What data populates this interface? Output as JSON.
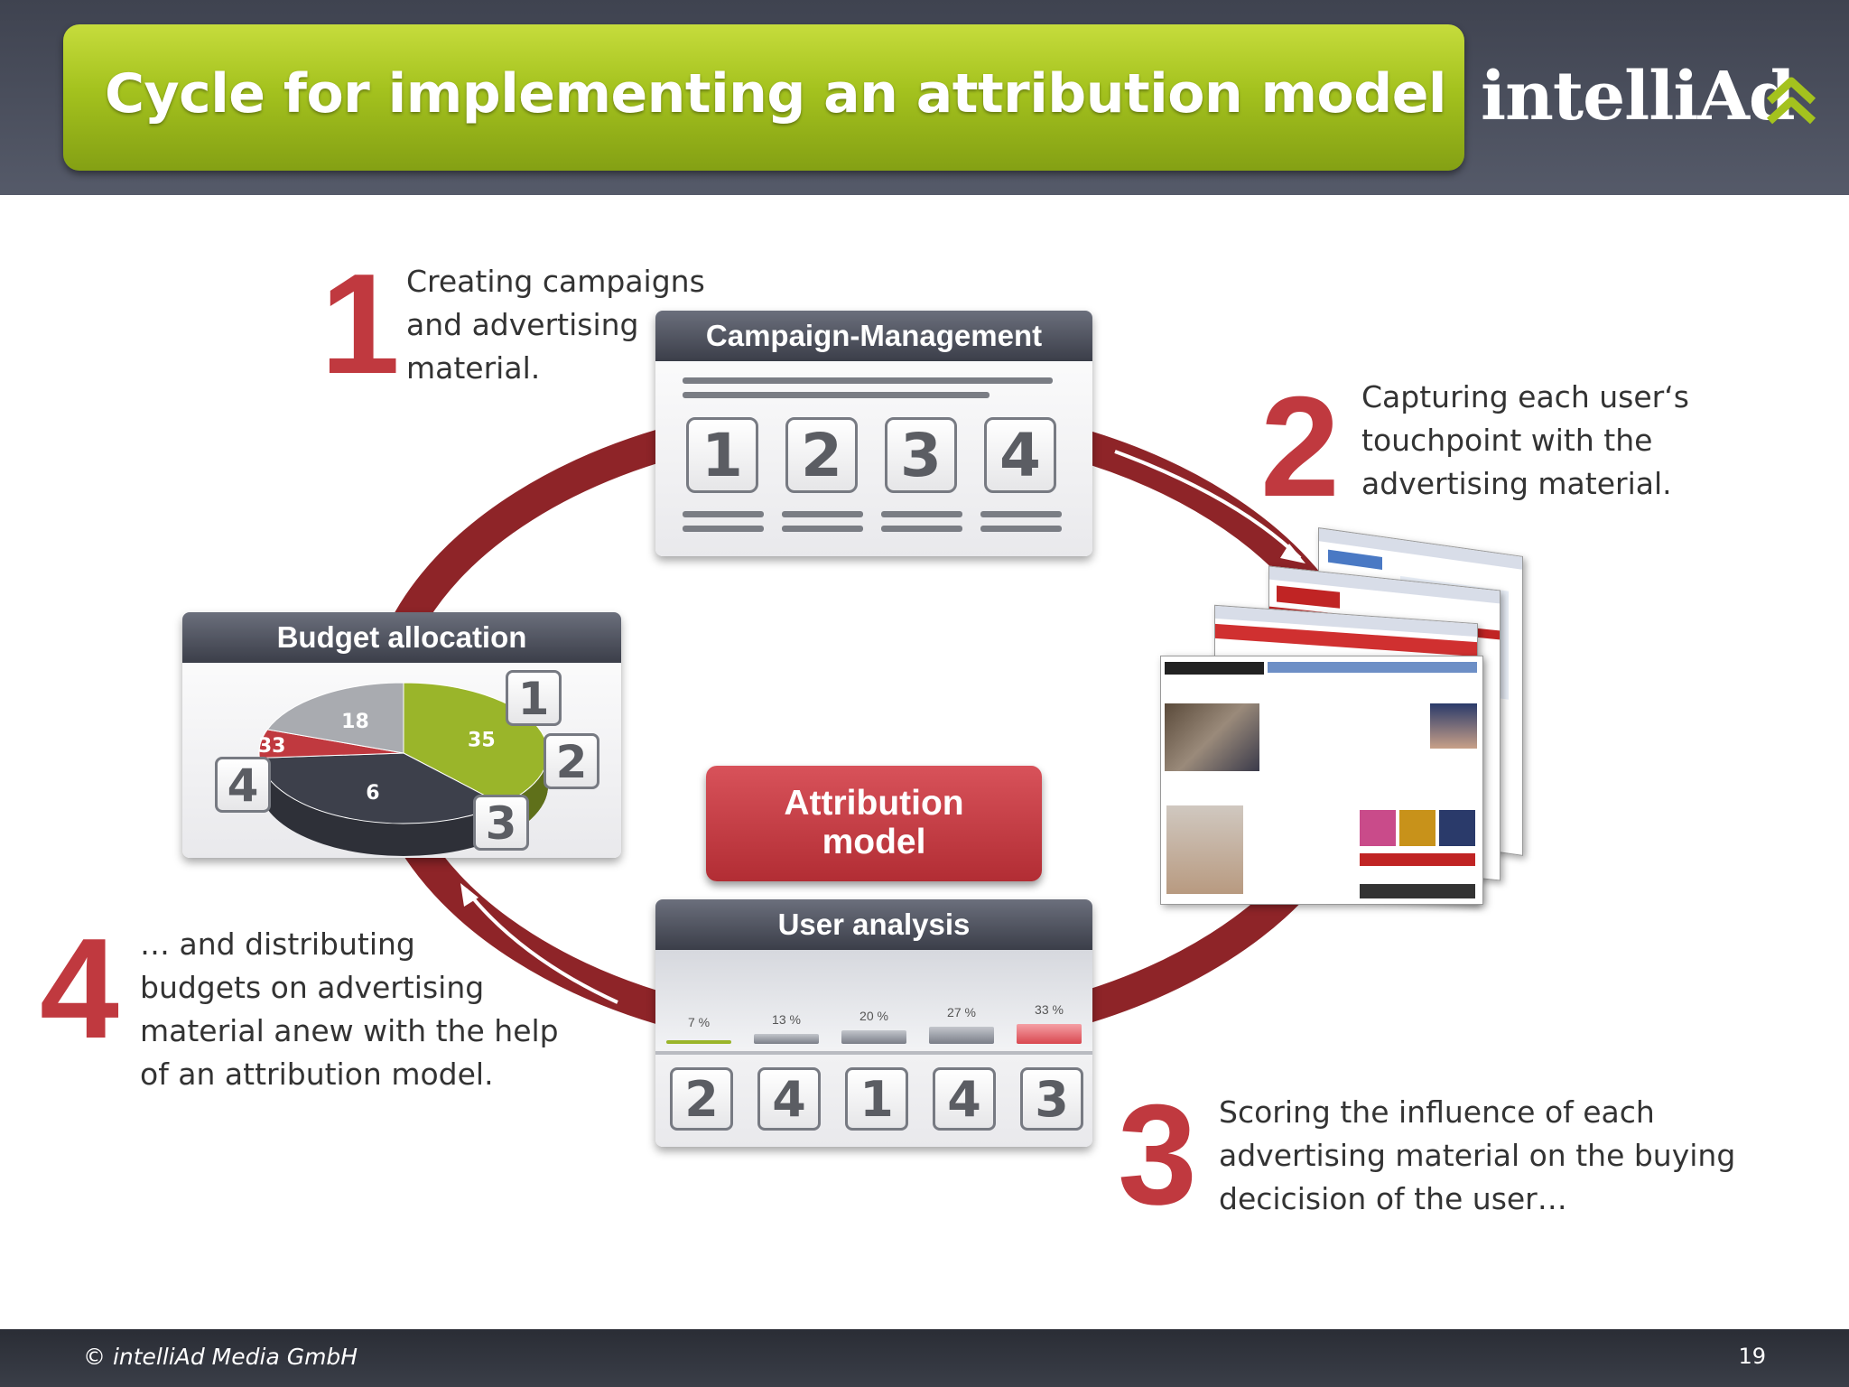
{
  "header": {
    "title": "Cycle for implementing an attribution model",
    "logo_text": "intelliAd"
  },
  "steps": [
    {
      "number": "1",
      "lines": [
        "Creating campaigns",
        "and advertising",
        "material."
      ]
    },
    {
      "number": "2",
      "lines": [
        "Capturing each user‘s",
        "touchpoint with the",
        "advertising material."
      ]
    },
    {
      "number": "3",
      "lines": [
        "Scoring the influence of each",
        "advertising material on the buying",
        "decicision of the user…"
      ]
    },
    {
      "number": "4",
      "lines": [
        "… and distributing",
        "budgets on advertising",
        "material anew with the help",
        "of an attribution model."
      ]
    }
  ],
  "campaign": {
    "title": "Campaign-Management",
    "boxes": [
      "1",
      "2",
      "3",
      "4"
    ]
  },
  "budget": {
    "title": "Budget allocation",
    "slices": [
      "35",
      "33",
      "6",
      "18"
    ],
    "labels": [
      "1",
      "2",
      "3",
      "4"
    ]
  },
  "attribution": {
    "line1": "Attribution",
    "line2": "model"
  },
  "user_analysis": {
    "title": "User analysis",
    "percents": [
      "7 %",
      "13 %",
      "20 %",
      "27 %",
      "33 %"
    ],
    "boxes": [
      "2",
      "4",
      "1",
      "4",
      "3"
    ]
  },
  "chart_data": {
    "type": "pie",
    "title": "Budget allocation",
    "categories": [
      "1",
      "2",
      "3",
      "4"
    ],
    "values": [
      35,
      6,
      33,
      18
    ],
    "slice_colors": [
      "#9ab52a",
      "#c0393f",
      "#3d404b",
      "#a9abb0"
    ]
  },
  "colors": {
    "accent_red": "#c0393f",
    "accent_green": "#9ab52a",
    "cycle_red": "#8e2428",
    "header_dark": "#3f4350"
  },
  "footer": {
    "copyright": "© intelliAd Media GmbH",
    "page": "19"
  }
}
